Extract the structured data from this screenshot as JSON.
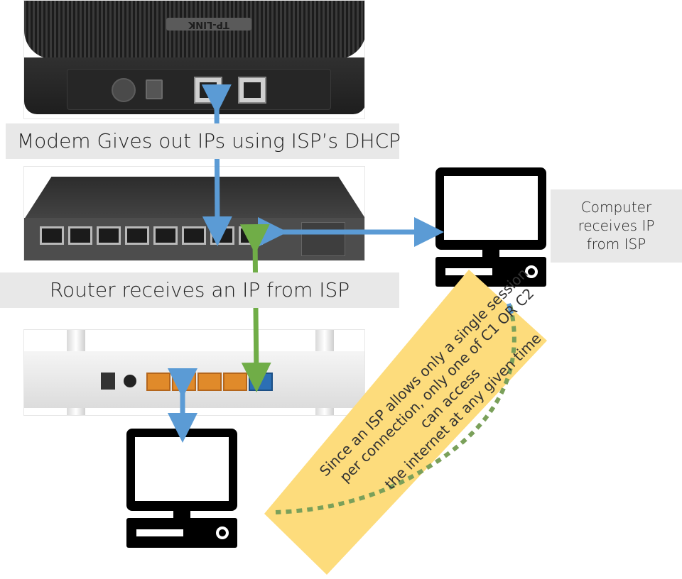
{
  "labels": {
    "modem": "Modem Gives out IPs using ISP’s DHCP",
    "router": "Router receives an IP from ISP",
    "computer": [
      "Computer",
      "receives IP",
      "from ISP"
    ]
  },
  "note": {
    "lines": [
      "Since an ISP allows only a single session",
      "per connection, only one of C1 OR C2",
      "can access",
      "the internet at any given time"
    ]
  },
  "devices": {
    "modem_logo": "TP-LINK"
  },
  "colors": {
    "link_blue": "#5b9bd5",
    "link_green": "#70ad47",
    "label_bg": "#e8e8e8",
    "note_bg": "#fddc7c",
    "dotted_path": "#7aa05a"
  }
}
